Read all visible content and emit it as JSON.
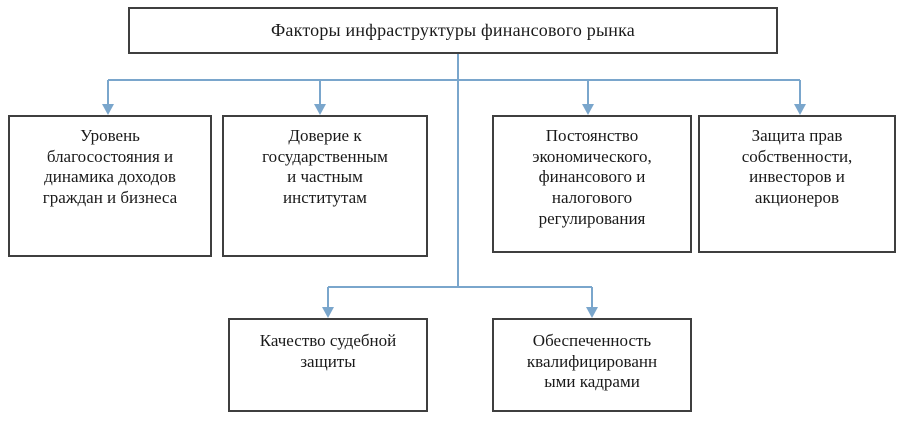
{
  "diagram": {
    "title_node": {
      "id": "root",
      "text": "Факторы инфраструктуры финансового рынка"
    },
    "level1_nodes": [
      {
        "id": "wealth",
        "text": "Уровень\nблагосостояния и\nдинамика доходов\nграждан и бизнеса"
      },
      {
        "id": "trust",
        "text": "Доверие к\nгосударственным\nи частным\nинститутам"
      },
      {
        "id": "stability",
        "text": "Постоянство\nэкономического,\nфинансового и\nналогового\nрегулирования"
      },
      {
        "id": "rights",
        "text": "Защита прав\nсобственности,\nинвесторов и\nакционеров"
      }
    ],
    "level2_nodes": [
      {
        "id": "court",
        "text": "Качество судебной\nзащиты"
      },
      {
        "id": "staff",
        "text": "Обеспеченность\nквалифицированн\nыми кадрами"
      }
    ],
    "colors": {
      "box_border": "#3f3f3f",
      "box_fill": "#ffffff",
      "connector": "#7aa6cc",
      "text": "#1a1a1a",
      "background": "#ffffff"
    }
  }
}
